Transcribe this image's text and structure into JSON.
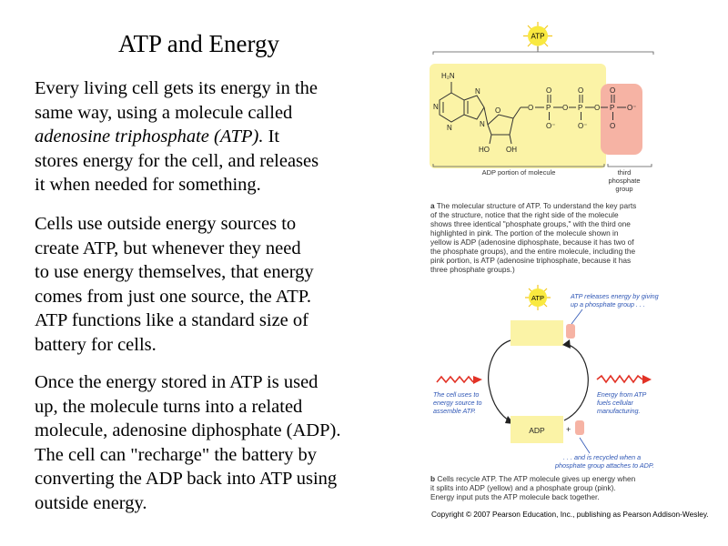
{
  "title": "ATP and Energy",
  "paragraphs": {
    "p1": [
      "Every living cell gets its energy in the",
      "same way, using a molecule called",
      [
        "adenosine triphosphate (ATP).",
        " It"
      ],
      "stores energy for the cell, and releases",
      "it when needed for something."
    ],
    "p2": [
      "Cells use outside energy sources to",
      "create ATP, but whenever they need",
      "to use energy themselves, that energy",
      "comes from just one source, the ATP.",
      "ATP functions like a standard size of",
      "battery for cells."
    ],
    "p3": [
      "Once the energy stored in ATP is used",
      "up, the molecule turns into a related",
      "molecule, adenosine diphosphate (ADP).",
      "The cell can \"recharge\" the battery by",
      "converting the ADP back into ATP  using",
      "outside energy."
    ]
  },
  "figure_a": {
    "badge": "ATP",
    "amine": "H₂N",
    "ring_n": [
      "N",
      "N",
      "N",
      "N"
    ],
    "ring_o": "O",
    "ho": "HO",
    "oh": "OH",
    "phosphate_p": [
      "P",
      "P",
      "P"
    ],
    "phosphate_o_top": [
      "O",
      "O",
      "O"
    ],
    "phosphate_o_bottom": [
      "O⁻",
      "O⁻",
      "O"
    ],
    "bridge_o": [
      "O",
      "O",
      "O"
    ],
    "terminal_o": "O⁻",
    "adp_label": "ADP portion of molecule",
    "third_label": [
      "third",
      "phosphate",
      "group"
    ],
    "caption_label": "a",
    "caption_lines": [
      "The molecular structure of ATP. To understand the key parts",
      "of the structure, notice that the right side of the molecule",
      "shows three identical \"phosphate groups,\" with the third one",
      "highlighted in pink. The portion of the molecule shown in",
      "yellow is ADP (adenosine diphosphate, because it has two of",
      "the phosphate groups), and the entire molecule, including the",
      "pink portion, is ATP (adenosine triphosphate, because it has",
      "three phosphate groups.)"
    ]
  },
  "figure_b": {
    "badge": "ATP",
    "adp_label": "ADP",
    "plus": "+",
    "releases": [
      "ATP releases energy by giving",
      "up a phosphate group . . ."
    ],
    "left_note": [
      "The cell uses to",
      "energy source to",
      "assemble ATP."
    ],
    "right_note": [
      "Energy from ATP",
      "fuels cellular",
      "manufacturing."
    ],
    "recycled": [
      ". . . and is recycled when a",
      "phosphate group attaches to ADP."
    ],
    "caption_label": "b",
    "caption_lines": [
      "Cells recycle ATP. The ATP molecule gives up energy when",
      "it splits into ADP (yellow) and a phosphate group (pink).",
      "Energy input puts the ATP molecule back together."
    ]
  },
  "copyright": "Copyright © 2007 Pearson Education, Inc., publishing as Pearson Addison-Wesley.",
  "colors": {
    "yellow": "#fbf3a6",
    "pink": "#f6b3a4",
    "badge": "#f9e93f",
    "blue_text": "#2e56b5",
    "red_zigzag": "#e23226"
  }
}
